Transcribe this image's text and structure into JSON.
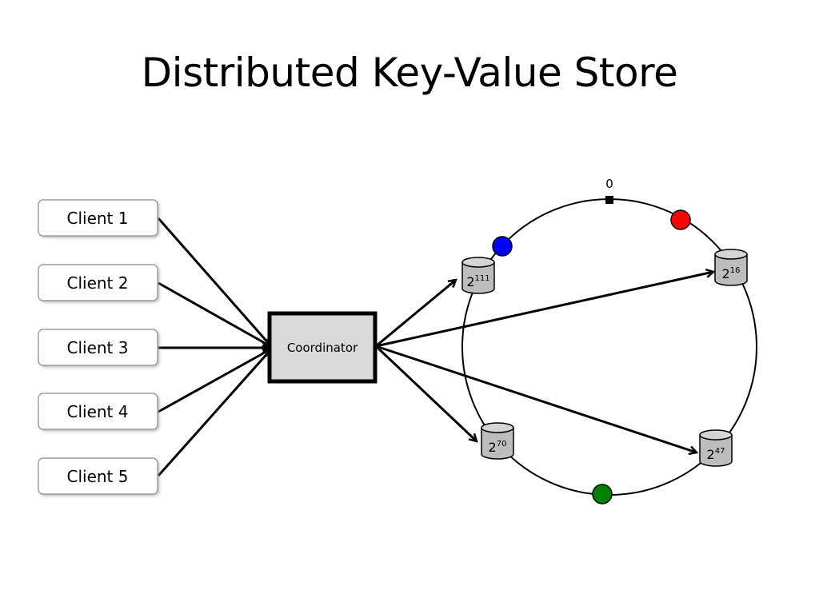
{
  "title": "Distributed Key-Value Store",
  "clients": [
    {
      "label": "Client 1"
    },
    {
      "label": "Client 2"
    },
    {
      "label": "Client 3"
    },
    {
      "label": "Client 4"
    },
    {
      "label": "Client 5"
    }
  ],
  "coordinator": {
    "label": "Coordinator"
  },
  "ring": {
    "origin_label": "0",
    "nodes": [
      {
        "base": "2",
        "exp": "111"
      },
      {
        "base": "2",
        "exp": "16"
      },
      {
        "base": "2",
        "exp": "70"
      },
      {
        "base": "2",
        "exp": "47"
      }
    ],
    "keys": [
      {
        "color": "#0000ff"
      },
      {
        "color": "#ff0000"
      },
      {
        "color": "#008000"
      }
    ]
  }
}
